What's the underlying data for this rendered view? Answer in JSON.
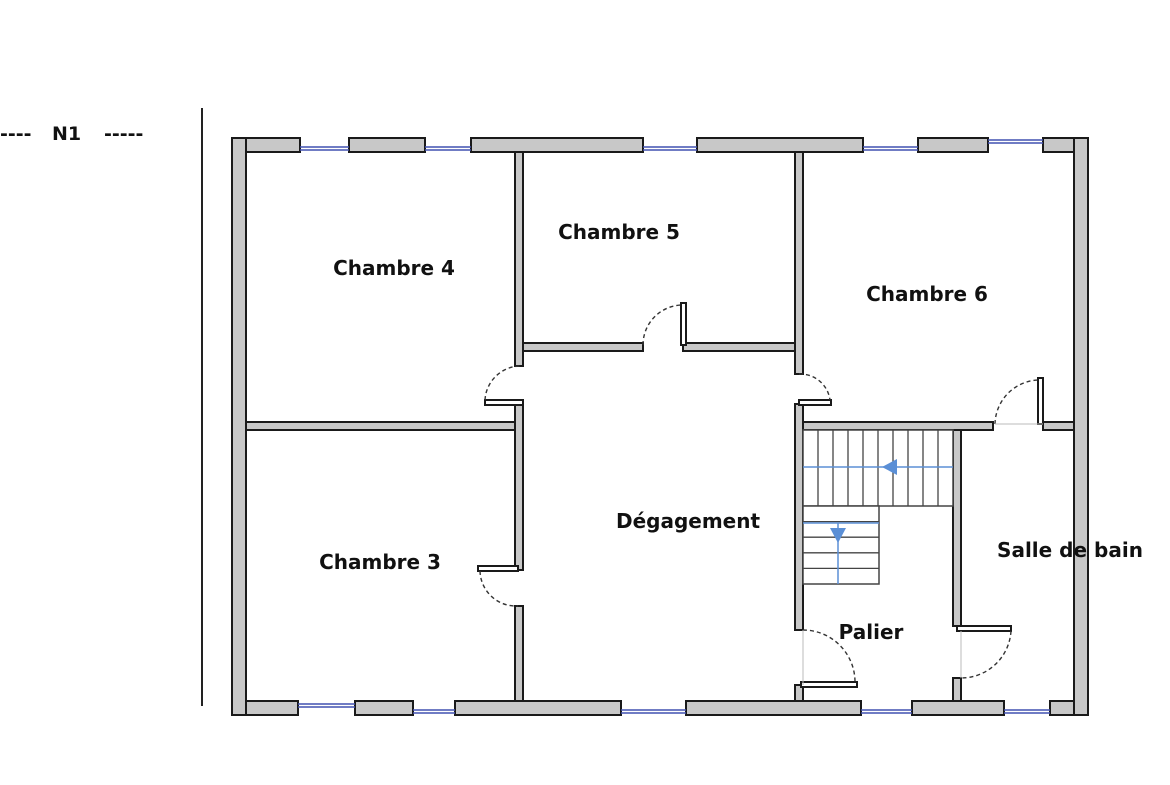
{
  "level": {
    "name": "N1",
    "dashes_left": "----",
    "dashes_right": "-----"
  },
  "rooms": {
    "chambre4": "Chambre 4",
    "chambre5": "Chambre 5",
    "chambre6": "Chambre 6",
    "chambre3": "Chambre 3",
    "degagement": "Dégagement",
    "salle_de_bain": "Salle de bain",
    "palier": "Palier"
  },
  "colors": {
    "wall_fill": "#c8c8c8",
    "wall_stroke": "#1a1a1a",
    "window": "#4050b0",
    "stair_arrow": "#5b8fd6"
  }
}
